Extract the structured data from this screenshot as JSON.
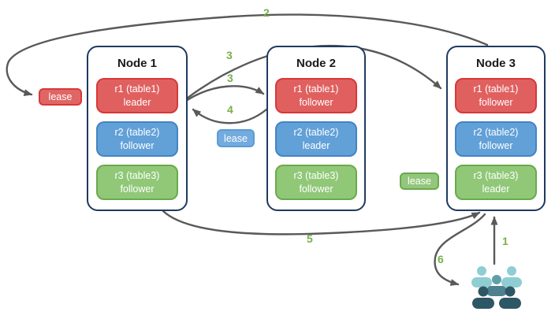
{
  "nodes": [
    {
      "title": "Node 1",
      "replicas": [
        {
          "name": "r1 (table1)",
          "role": "leader",
          "color": "red"
        },
        {
          "name": "r2 (table2)",
          "role": "follower",
          "color": "blue"
        },
        {
          "name": "r3 (table3)",
          "role": "follower",
          "color": "green"
        }
      ]
    },
    {
      "title": "Node 2",
      "replicas": [
        {
          "name": "r1 (table1)",
          "role": "follower",
          "color": "red"
        },
        {
          "name": "r2 (table2)",
          "role": "leader",
          "color": "blue"
        },
        {
          "name": "r3 (table3)",
          "role": "follower",
          "color": "green"
        }
      ]
    },
    {
      "title": "Node 3",
      "replicas": [
        {
          "name": "r1 (table1)",
          "role": "follower",
          "color": "red"
        },
        {
          "name": "r2 (table2)",
          "role": "follower",
          "color": "blue"
        },
        {
          "name": "r3 (table3)",
          "role": "leader",
          "color": "green"
        }
      ]
    }
  ],
  "leases": [
    {
      "label": "lease",
      "color": "red"
    },
    {
      "label": "lease",
      "color": "blue"
    },
    {
      "label": "lease",
      "color": "green"
    }
  ],
  "steps": {
    "s1": "1",
    "s2": "2",
    "s3a": "3",
    "s3b": "3",
    "s4": "4",
    "s5": "5",
    "s6": "6"
  },
  "colors": {
    "replica_red": "#e06060",
    "replica_red_border": "#d83838",
    "replica_blue": "#62a0d8",
    "replica_blue_border": "#4484c4",
    "replica_green": "#90c878",
    "replica_green_border": "#6aaa4c",
    "node_border": "#1f3a60",
    "arrow": "#595959",
    "step_label": "#76b04c",
    "people_light": "#8fcdd2",
    "people_medium": "#5f9fa9",
    "people_body_medium": "#4e808f",
    "people_dark": "#2e5765"
  }
}
